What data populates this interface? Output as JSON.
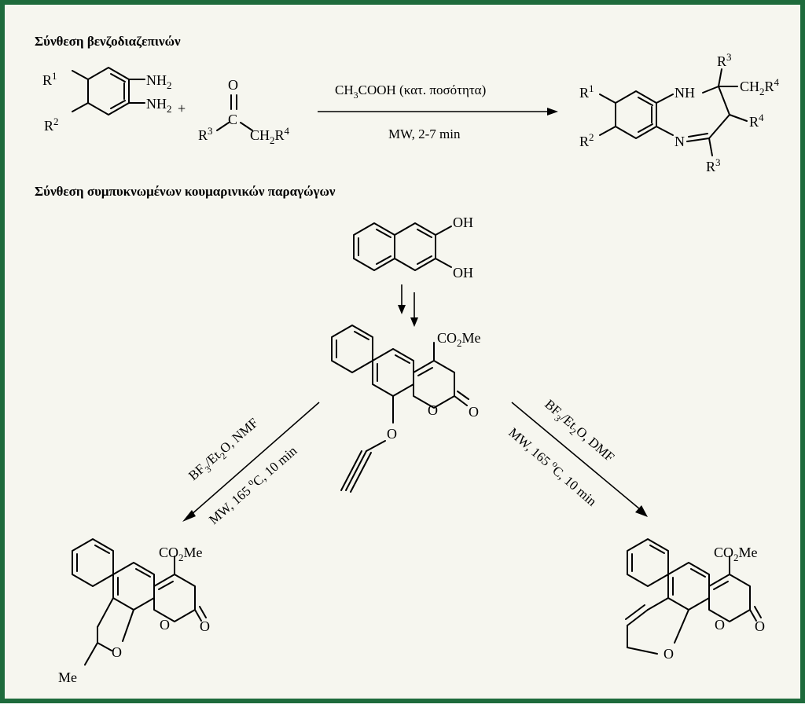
{
  "colors": {
    "frame": "#1e6b3c",
    "background": "#f6f6ef",
    "ink": "#000000"
  },
  "headings": {
    "benzodiazepines": "Σύνθεση βενζοδιαζεπινών",
    "coumarins": "Σύνθεση συμπυκνωμένων κουμαρινικών παραγώγων"
  },
  "reaction1": {
    "plus": "+",
    "condition_top": "CH3COOH (κατ. ποσότητα)",
    "condition_bottom": "MW, 2-7 min"
  },
  "reaction2": {
    "left_condition_1": "BF3/Et2O, NMF",
    "left_condition_2": "MW, 165 oC, 10 min",
    "right_condition_1": "BF3/Et2O, DMF",
    "right_condition_2": "MW, 165 oC, 10 min"
  },
  "labels": {
    "R1": "R1",
    "R2": "R2",
    "R3": "R3",
    "R4": "R4",
    "NH2": "NH2",
    "O": "O",
    "CH2R4": "CH2R4",
    "NH": "NH",
    "N": "N",
    "OH": "OH",
    "CO2Me": "CO2Me",
    "Me": "Me"
  }
}
